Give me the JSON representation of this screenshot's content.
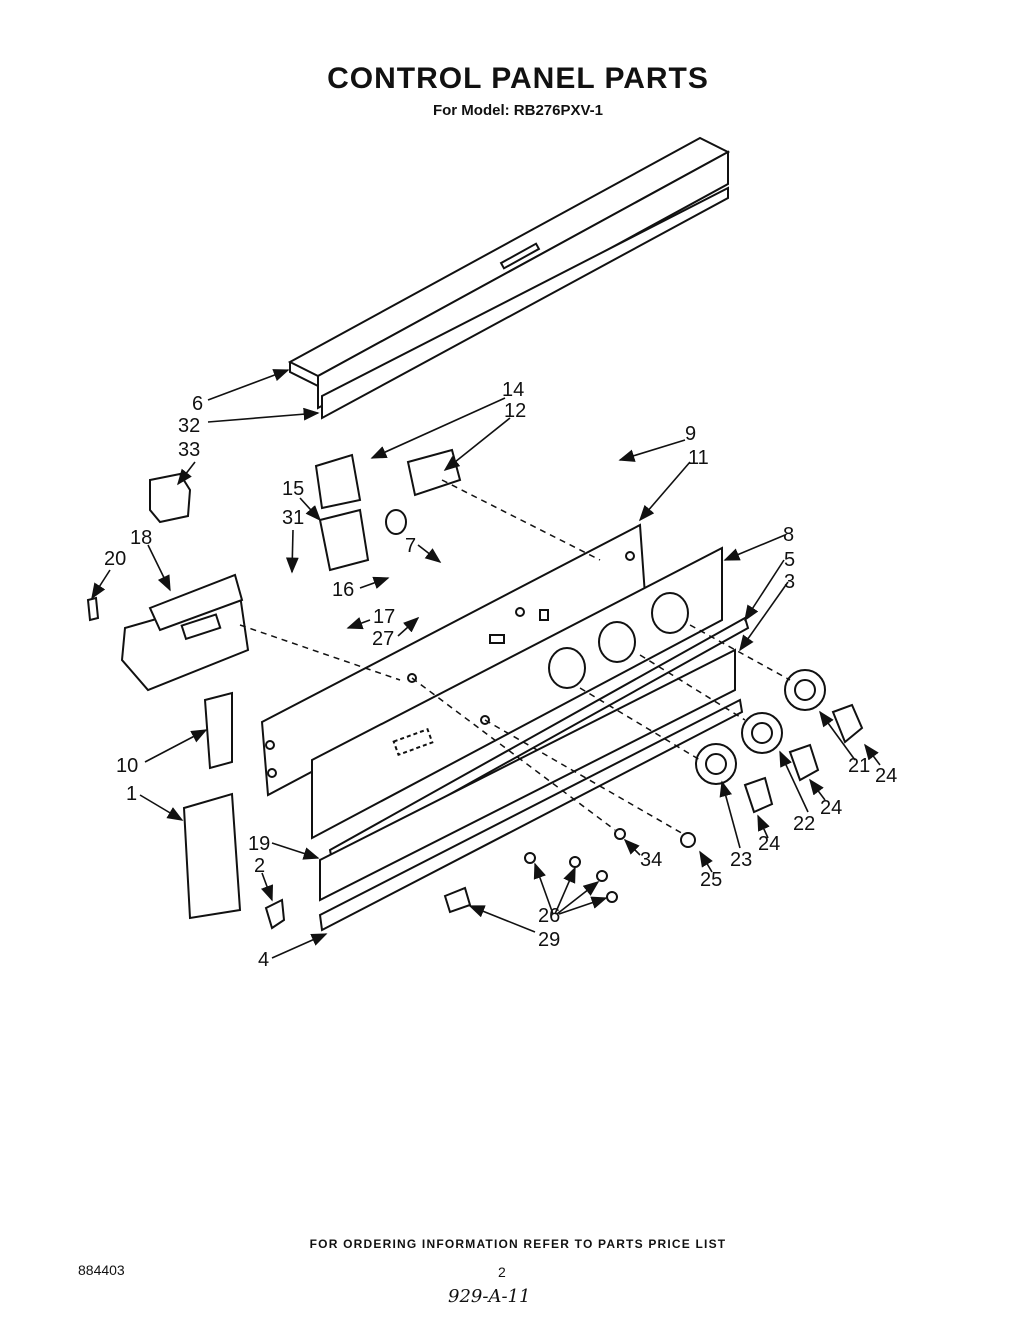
{
  "title": "CONTROL PANEL PARTS",
  "subtitle": "For Model: RB276PXV-1",
  "footer": "FOR ORDERING INFORMATION REFER TO PARTS PRICE LIST",
  "doc_number": "884403",
  "page_number": "2",
  "handwritten_note": "929-A-11",
  "callouts": {
    "c1": "1",
    "c2": "2",
    "c3": "3",
    "c4": "4",
    "c5": "5",
    "c6": "6",
    "c7": "7",
    "c8": "8",
    "c9": "9",
    "c10": "10",
    "c11": "11",
    "c12": "12",
    "c14": "14",
    "c15": "15",
    "c16": "16",
    "c17": "17",
    "c18": "18",
    "c19": "19",
    "c20": "20",
    "c21": "21",
    "c22": "22",
    "c23": "23",
    "c24a": "24",
    "c24b": "24",
    "c24c": "24",
    "c25": "25",
    "c26": "26",
    "c27": "27",
    "c29": "29",
    "c31": "31",
    "c32": "32",
    "c33": "33",
    "c34": "34"
  }
}
